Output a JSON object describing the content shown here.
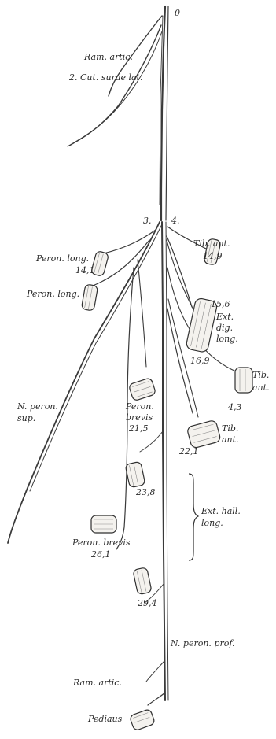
{
  "labels": {
    "top": "0",
    "ram_artic_top": "Ram. artic.",
    "cut_surae": "2. Cut. surae lat.",
    "branch_3": "3.",
    "branch_4": "4.",
    "peron_long_1": "Peron. long.",
    "peron_long_1_val": "14,1",
    "peron_long_2": "Peron. long.",
    "tib_ant_1": "Tib. ant.",
    "tib_ant_1_val": "14,9",
    "ext_dig_val_1": "15,6",
    "ext_dig_1": "Ext.",
    "ext_dig_2": "dig.",
    "ext_dig_3": "long.",
    "ext_dig_val_2": "16,9",
    "tib_ant_2a": "Tib.",
    "tib_ant_2b": "ant.",
    "n_peron_sup_1": "N. peron.",
    "n_peron_sup_2": "sup.",
    "peron_brevis_1a": "Peron.",
    "peron_brevis_1b": "brevis",
    "peron_brevis_1_val": "21,5",
    "val_4_3": "4,3",
    "tib_ant_3a": "Tib.",
    "tib_ant_3b": "ant.",
    "val_22_1": "22,1",
    "val_23_8": "23,8",
    "ext_hall_1": "Ext. hall.",
    "ext_hall_2": "long.",
    "peron_brevis_2": "Peron. brevis",
    "peron_brevis_2_val": "26,1",
    "val_29_4": "29,4",
    "n_peron_prof": "N. peron. prof.",
    "ram_artic_bottom": "Ram. artic.",
    "pediaus": "Pediaus"
  }
}
